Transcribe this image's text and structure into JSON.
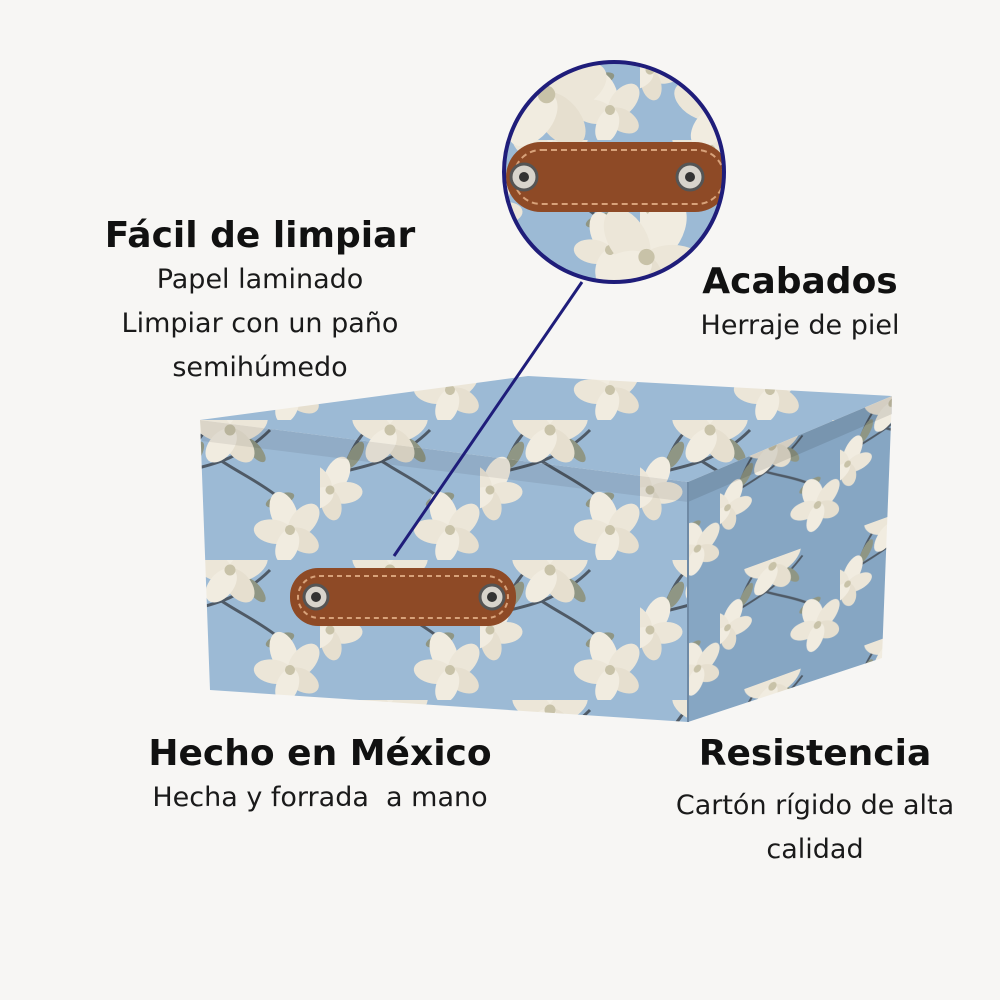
{
  "features": {
    "cleaning": {
      "title": "Fácil de limpiar",
      "lines": [
        "Papel laminado",
        "Limpiar con un paño",
        "semihúmedo"
      ]
    },
    "finish": {
      "title": "Acabados",
      "lines": [
        "Herraje de piel"
      ]
    },
    "origin": {
      "title": "Hecho en México",
      "lines": [
        "Hecha y forrada  a mano"
      ]
    },
    "resistance": {
      "title": "Resistencia",
      "lines": [
        "Cartón rígido de alta",
        "calidad"
      ]
    }
  },
  "colors": {
    "background": "#f7f6f4",
    "box_blue": "#9cbad5",
    "box_blue_dark": "#86a6c3",
    "flower": "#f1ece0",
    "leaf": "#8f9684",
    "branch": "#4f5a66",
    "leather": "#8e4a26",
    "callout_line": "#1f1d7a"
  }
}
